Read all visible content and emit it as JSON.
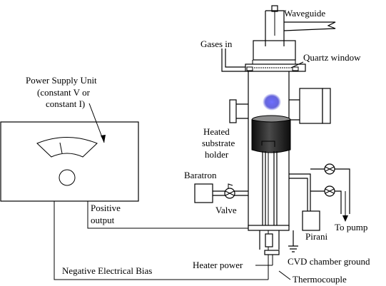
{
  "labels": {
    "waveguide": "Waveguide",
    "gases_in": "Gases in",
    "quartz_window": "Quartz window",
    "psu_line1": "Power Supply Unit",
    "psu_line2": "(constant V or",
    "psu_line3": "constant I)",
    "heated_line1": "Heated",
    "heated_line2": "substrate",
    "heated_line3": "holder",
    "baratron": "Baratron",
    "valve": "Valve",
    "positive_line1": "Positive",
    "positive_line2": "output",
    "to_pump": "To pump",
    "pirani": "Pirani",
    "negative_bias": "Negative Electrical Bias",
    "heater_power": "Heater power",
    "cvd_ground": "CVD chamber ground",
    "thermocouple": "Thermocouple"
  },
  "colors": {
    "plasma": "#4b4bd6",
    "holder_top": "#7a7a7a",
    "holder_body": "#1e1e1e"
  }
}
